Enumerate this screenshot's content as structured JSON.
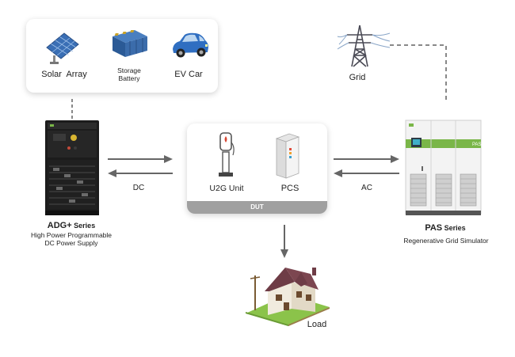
{
  "sources": {
    "solar": "Solar  Array",
    "storage_line1": "Storage",
    "storage_line2": "Battery",
    "ev": "EV Car"
  },
  "grid_label": "Grid",
  "dut": {
    "u2g": "U2G Unit",
    "pcs": "PCS",
    "footer": "DUT"
  },
  "adg": {
    "name": "ADG+",
    "series": " Series",
    "desc_line1": "High Power Programmable",
    "desc_line2": "DC Power Supply"
  },
  "pas": {
    "name": "PAS",
    "series": " Series",
    "desc": "Regenerative Grid Simulator",
    "panel_text": "PAS"
  },
  "dc_label": "DC",
  "ac_label": "AC",
  "load_label": "Load",
  "colors": {
    "accent_green": "#7ab648",
    "arrow_gray": "#666666",
    "dut_footer": "#a0a0a0"
  }
}
